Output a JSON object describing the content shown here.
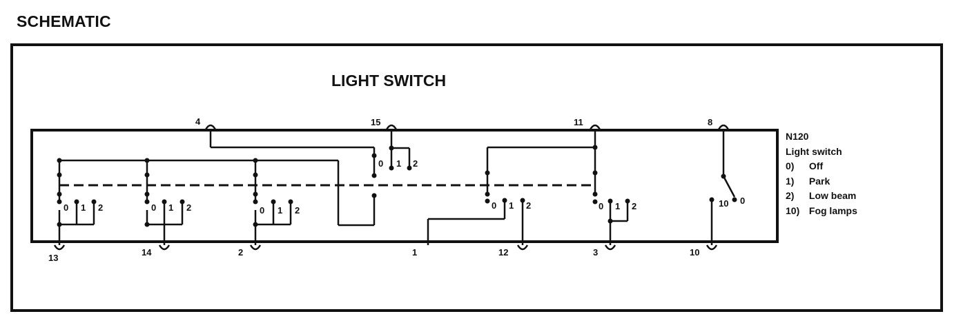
{
  "heading": "SCHEMATIC",
  "component_title": "LIGHT SWITCH",
  "component": {
    "code": "N120",
    "name": "Light switch",
    "positions": [
      {
        "code": "0)",
        "label": "Off"
      },
      {
        "code": "1)",
        "label": "Park"
      },
      {
        "code": "2)",
        "label": "Low beam"
      },
      {
        "code": "10)",
        "label": "Fog lamps"
      }
    ]
  },
  "terminals": {
    "top": [
      "4",
      "15",
      "11",
      "8"
    ],
    "bottom": [
      "13",
      "14",
      "2",
      "1",
      "12",
      "3",
      "10"
    ]
  },
  "contact_labels": {
    "position_0": "0",
    "position_1": "1",
    "position_2": "2",
    "position_10": "10"
  },
  "colors": {
    "ink": "#111111",
    "background": "#ffffff"
  }
}
